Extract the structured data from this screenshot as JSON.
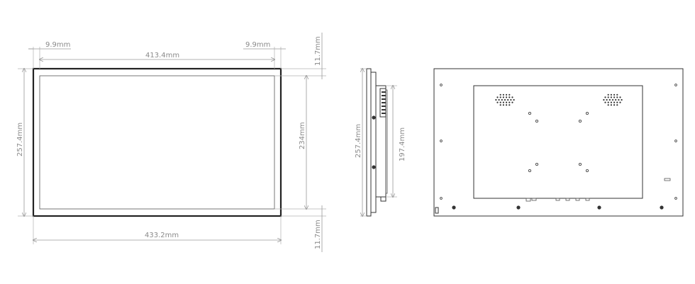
{
  "front_view": {
    "dim_left_bezel": "9.9mm",
    "dim_right_bezel": "9.9mm",
    "dim_inner_width": "413.4mm",
    "dim_total_width": "433.2mm",
    "dim_total_height": "257.4mm",
    "dim_inner_height": "234mm",
    "dim_top_bezel": "11.7mm",
    "dim_bottom_bezel": "11.7mm"
  },
  "side_view": {
    "dim_total_height": "257.4mm",
    "dim_bracket_height": "197.4mm"
  },
  "colors": {
    "line": "#333333",
    "dimension": "#8a8a8a"
  }
}
